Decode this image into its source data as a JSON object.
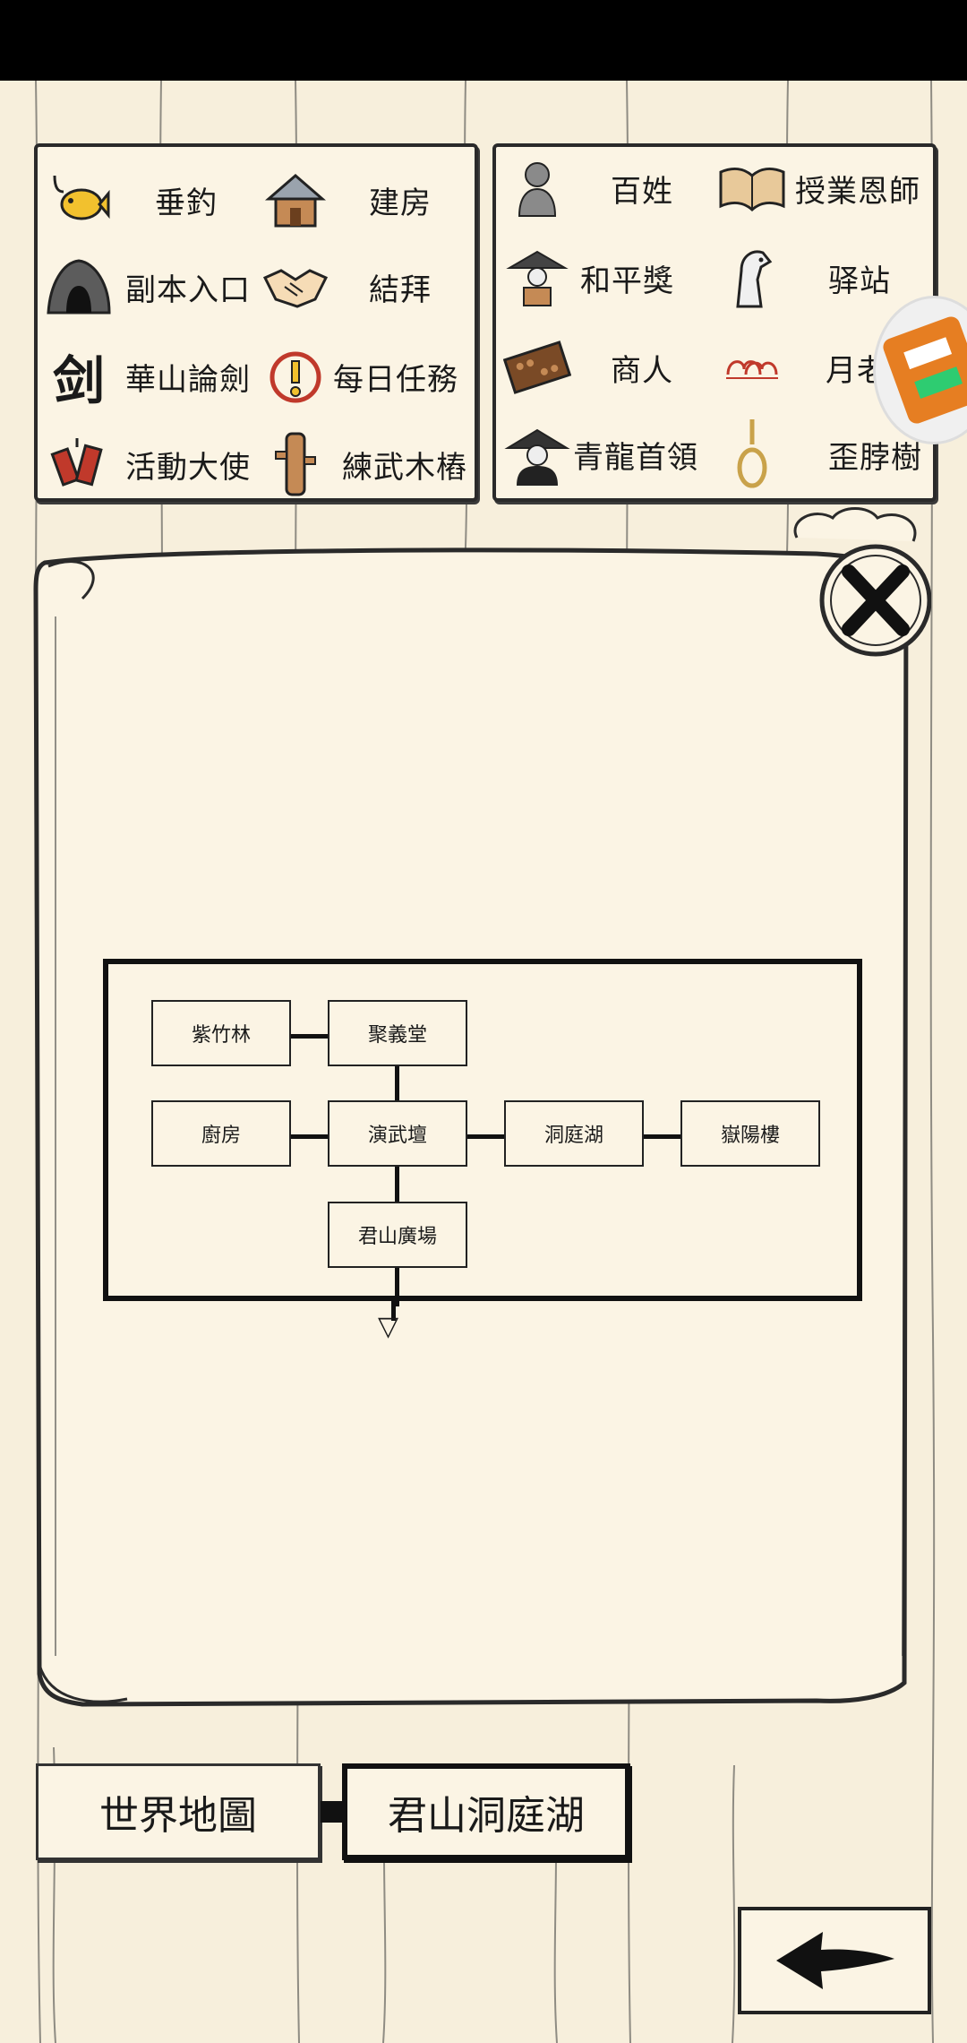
{
  "left_menu": [
    {
      "label": "垂釣",
      "icon": "fish-icon"
    },
    {
      "label": "建房",
      "icon": "house-icon"
    },
    {
      "label": "副本入口",
      "icon": "cave-icon"
    },
    {
      "label": "結拜",
      "icon": "handshake-icon"
    },
    {
      "label": "華山論劍",
      "icon": "sword-glyph-icon"
    },
    {
      "label": "每日任務",
      "icon": "quest-icon"
    },
    {
      "label": "活動大使",
      "icon": "firecracker-icon"
    },
    {
      "label": "練武木樁",
      "icon": "wooden-dummy-icon"
    }
  ],
  "right_menu": [
    {
      "label": "百姓",
      "icon": "commoner-icon"
    },
    {
      "label": "授業恩師",
      "icon": "book-icon"
    },
    {
      "label": "和平獎",
      "icon": "peace-award-icon"
    },
    {
      "label": "驿站",
      "icon": "horse-icon"
    },
    {
      "label": "商人",
      "icon": "abacus-icon"
    },
    {
      "label": "月老",
      "icon": "red-thread-icon"
    },
    {
      "label": "青龍首領",
      "icon": "leader-icon"
    },
    {
      "label": "歪脖樹",
      "icon": "noose-icon"
    }
  ],
  "map": {
    "rooms": {
      "zizhulin": "紫竹林",
      "juyitang": "聚義堂",
      "chufang": "廚房",
      "yanwutan": "演武壇",
      "dongtinghu": "洞庭湖",
      "yueyanglou": "嶽陽樓",
      "junshanguangchang": "君山廣場"
    },
    "exit_arrow": "▽"
  },
  "tabs": {
    "world_map": "世界地圖",
    "current_area": "君山洞庭湖"
  }
}
